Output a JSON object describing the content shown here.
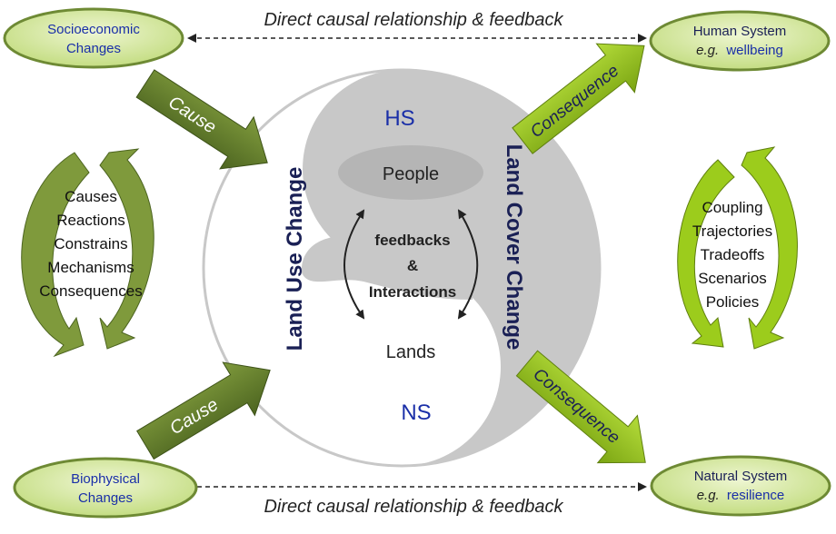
{
  "top_feedback_label": "Direct causal relationship & feedback",
  "bottom_feedback_label": "Direct causal relationship & feedback",
  "nodes": {
    "socioeconomic": {
      "line1": "Socioeconomic",
      "line2": "Changes"
    },
    "biophysical": {
      "line1": "Biophysical",
      "line2": "Changes"
    },
    "human_system": {
      "line1": "Human System",
      "line2_prefix": "e.g.",
      "line2_value": "wellbeing"
    },
    "natural_system": {
      "line1": "Natural System",
      "line2_prefix": "e.g.",
      "line2_value": "resilience"
    }
  },
  "arrows": {
    "cause_top": "Cause",
    "cause_bottom": "Cause",
    "consequence_top": "Consequence",
    "consequence_bottom": "Consequence"
  },
  "center": {
    "hs": "HS",
    "ns": "NS",
    "people": "People",
    "lands": "Lands",
    "feedbacks": "feedbacks",
    "ampersand": "&",
    "interactions": "Interactions",
    "land_use_change": "Land Use Change",
    "land_cover_change": "Land Cover Change"
  },
  "left_cycle": [
    "Causes",
    "Reactions",
    "Constrains",
    "Mechanisms",
    "Consequences"
  ],
  "right_cycle": [
    "Coupling",
    "Trajectories",
    "Tradeoffs",
    "Scenarios",
    "Policies"
  ],
  "colors": {
    "node_fill": "#d4e6a2",
    "node_stroke": "#6e8a34",
    "arrow_dark": "#5a7228",
    "arrow_light": "#9ccc1c",
    "yin_gray": "#c8c8c8",
    "blue_text": "#1a2fa8",
    "navy_text": "#1a2055"
  }
}
